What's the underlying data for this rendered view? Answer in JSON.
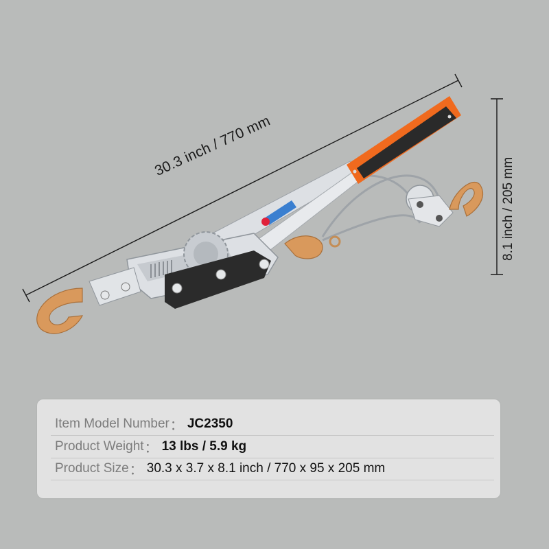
{
  "dimensions": {
    "length_label": "30.3 inch / 770 mm",
    "height_label": "8.1 inch / 205 mm"
  },
  "product": {
    "name": "hand-operated cable come-along puller",
    "colors": {
      "handle_orange": "#f06a1e",
      "handle_grip": "#2a2a2a",
      "steel": "#dcdfe3",
      "hook_copper": "#d9995c",
      "side_plate": "#2b2b2b",
      "release_lever": "#3a7fd0",
      "lever_tip": "#e0203a"
    }
  },
  "specs": [
    {
      "label": "Item Model Number",
      "separator": "：",
      "value": "JC2350"
    },
    {
      "label": "Product Weight",
      "separator": "：",
      "value": "13 lbs / 5.9 kg"
    },
    {
      "label": "Product Size",
      "separator": "：",
      "value": "30.3 x 3.7 x 8.1 inch / 770 x 95 x 205 mm"
    }
  ],
  "colors": {
    "background": "#b9bbba",
    "panel": "#e2e2e2",
    "label_text": "#7c7c7c",
    "value_text": "#111111",
    "divider": "#c6c6c6"
  }
}
